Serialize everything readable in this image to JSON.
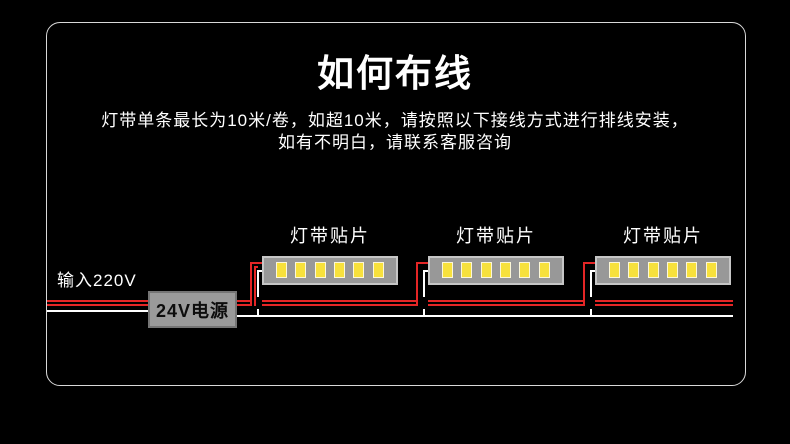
{
  "header": {
    "title": "如何布线",
    "subtitle_line1": "灯带单条最长为10米/卷，如超10米，请按照以下接线方式进行排线安装，",
    "subtitle_line2": "如有不明白，请联系客服咨询"
  },
  "diagram": {
    "input_label": "输入220V",
    "psu_label": "24V电源",
    "strip_labels": [
      "灯带贴片",
      "灯带贴片",
      "灯带贴片"
    ],
    "leds_per_strip": 6,
    "colors": {
      "background": "#000000",
      "panel_border": "#d9d9d9",
      "text": "#ffffff",
      "wire_live": "#e42626",
      "wire_neutral": "#ffffff",
      "strip_body": "#989898",
      "psu_body": "#9a9a9a",
      "led_chip": "#f7e13c"
    }
  }
}
